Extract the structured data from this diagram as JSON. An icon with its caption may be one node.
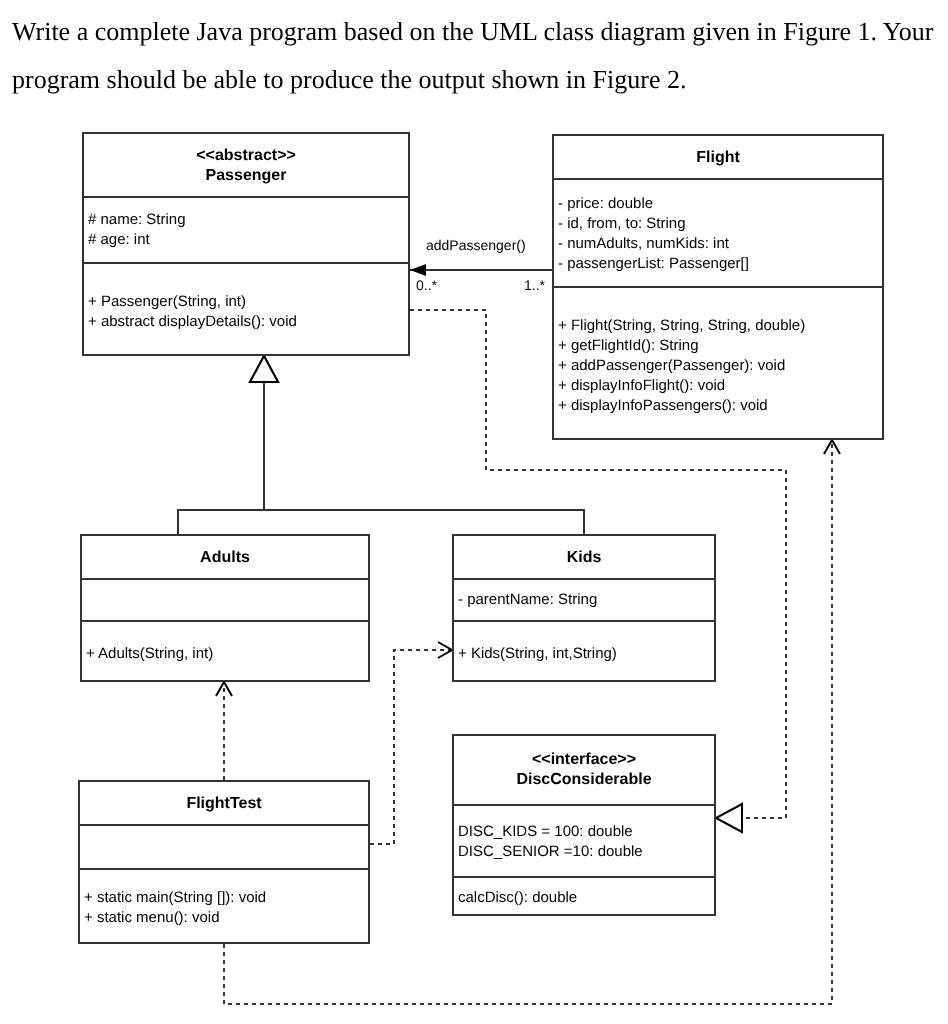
{
  "diagram": {
    "nodes": [
      {
        "text": [
          "<<abstract>>",
          "Passenger",
          "# name: String",
          "# age: int",
          "+ Passenger(String, int)",
          "+ abstract displayDetails(): void"
        ]
      },
      {
        "text": [
          "Flight",
          "- price: double",
          "- id, from, to: String",
          "- numAdults, numKids: int",
          "- passengerList: Passenger[]",
          "+ Flight(String, String, String, double)",
          "+ getFlightId(): String",
          "+ addPassenger(Passenger): void",
          "+ displayInfoFlight(): void",
          "+ displayInfoPassengers(): void"
        ]
      },
      {
        "text": [
          "Adults",
          "+ Adults(String, int)"
        ]
      },
      {
        "text": [
          "Kids",
          "- parentName: String",
          "+ Kids(String, int,String)"
        ]
      },
      {
        "text": [
          "FlightTest",
          "+ static main(String []): void",
          "+ static menu(): void"
        ]
      },
      {
        "text": [
          "<<interface>>",
          "DiscConsiderable",
          "DISC_KIDS = 100: double",
          "DISC_SENIOR =10: double",
          "calcDisc(): double"
        ]
      }
    ],
    "edges": [
      {
        "from": 1,
        "to": 0,
        "arrow": "to",
        "label": "addPassenger()"
      },
      {
        "from": 2,
        "to": 0,
        "arrow": "to"
      },
      {
        "from": 3,
        "to": 0,
        "arrow": "to"
      },
      {
        "from": 0,
        "to": 5,
        "arrow": "to",
        "style": "dashed"
      },
      {
        "from": 4,
        "to": 2,
        "arrow": "to",
        "style": "dashed"
      },
      {
        "from": 4,
        "to": 3,
        "arrow": "to",
        "style": "dashed"
      },
      {
        "from": 4,
        "to": 1,
        "arrow": "to",
        "style": "dashed"
      }
    ],
    "labels": [
      "Write a complete Java program based on the UML class diagram given in Figure 1. Your program should be able to produce the output shown in Figure 2.",
      "0..*",
      "1..*"
    ]
  }
}
